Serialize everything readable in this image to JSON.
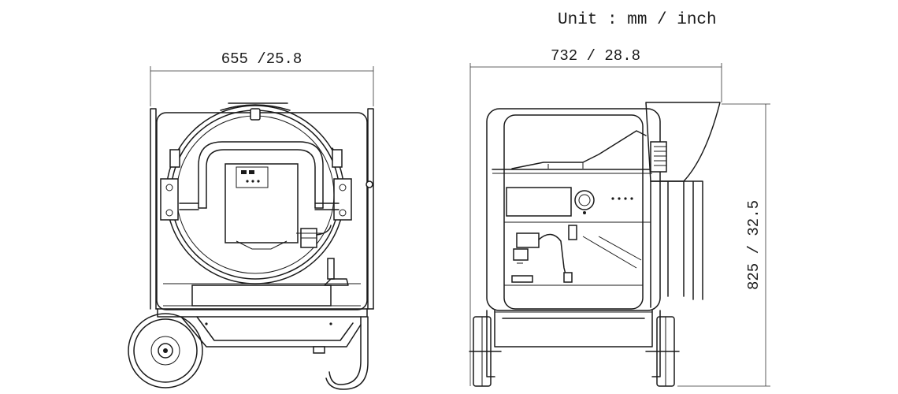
{
  "unit_label": "Unit : mm / inch",
  "dimensions": {
    "front_width": "655 /25.8",
    "side_length": "732 / 28.8",
    "height": "825 / 32.5"
  }
}
